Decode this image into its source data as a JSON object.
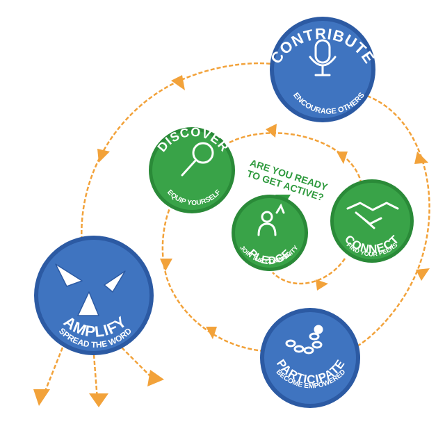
{
  "colors": {
    "path": "#f2a23a",
    "blue": "#3f74c0",
    "blue_dark": "#2c5aa3",
    "green": "#39a348",
    "green_dark": "#2a8a38",
    "prompt": "#2f9a3e"
  },
  "prompt": {
    "line1": "ARE YOU READY",
    "line2": "TO GET ACTIVE?"
  },
  "nodes": {
    "contribute": {
      "title": "CONTRIBUTE",
      "subtitle": "ENCOURAGE OTHERS",
      "icon": "microphone-icon"
    },
    "discover": {
      "title": "DISCOVER",
      "subtitle": "EQUIP YOURSELF",
      "icon": "magnifier-icon"
    },
    "pledge": {
      "title": "PLEDGE",
      "subtitle": "JOIN THE COMMUNITY",
      "icon": "raised-hand-person-icon"
    },
    "connect": {
      "title": "CONNECT",
      "subtitle": "FIND YOUR PEERS",
      "icon": "handshake-icon"
    },
    "amplify": {
      "title": "AMPLIFY",
      "subtitle": "SPREAD THE WORD",
      "icon": "paper-planes-icon"
    },
    "participate": {
      "title": "PARTICIPATE",
      "subtitle": "BECOME EMPOWERED",
      "icon": "chain-links-icon"
    }
  }
}
